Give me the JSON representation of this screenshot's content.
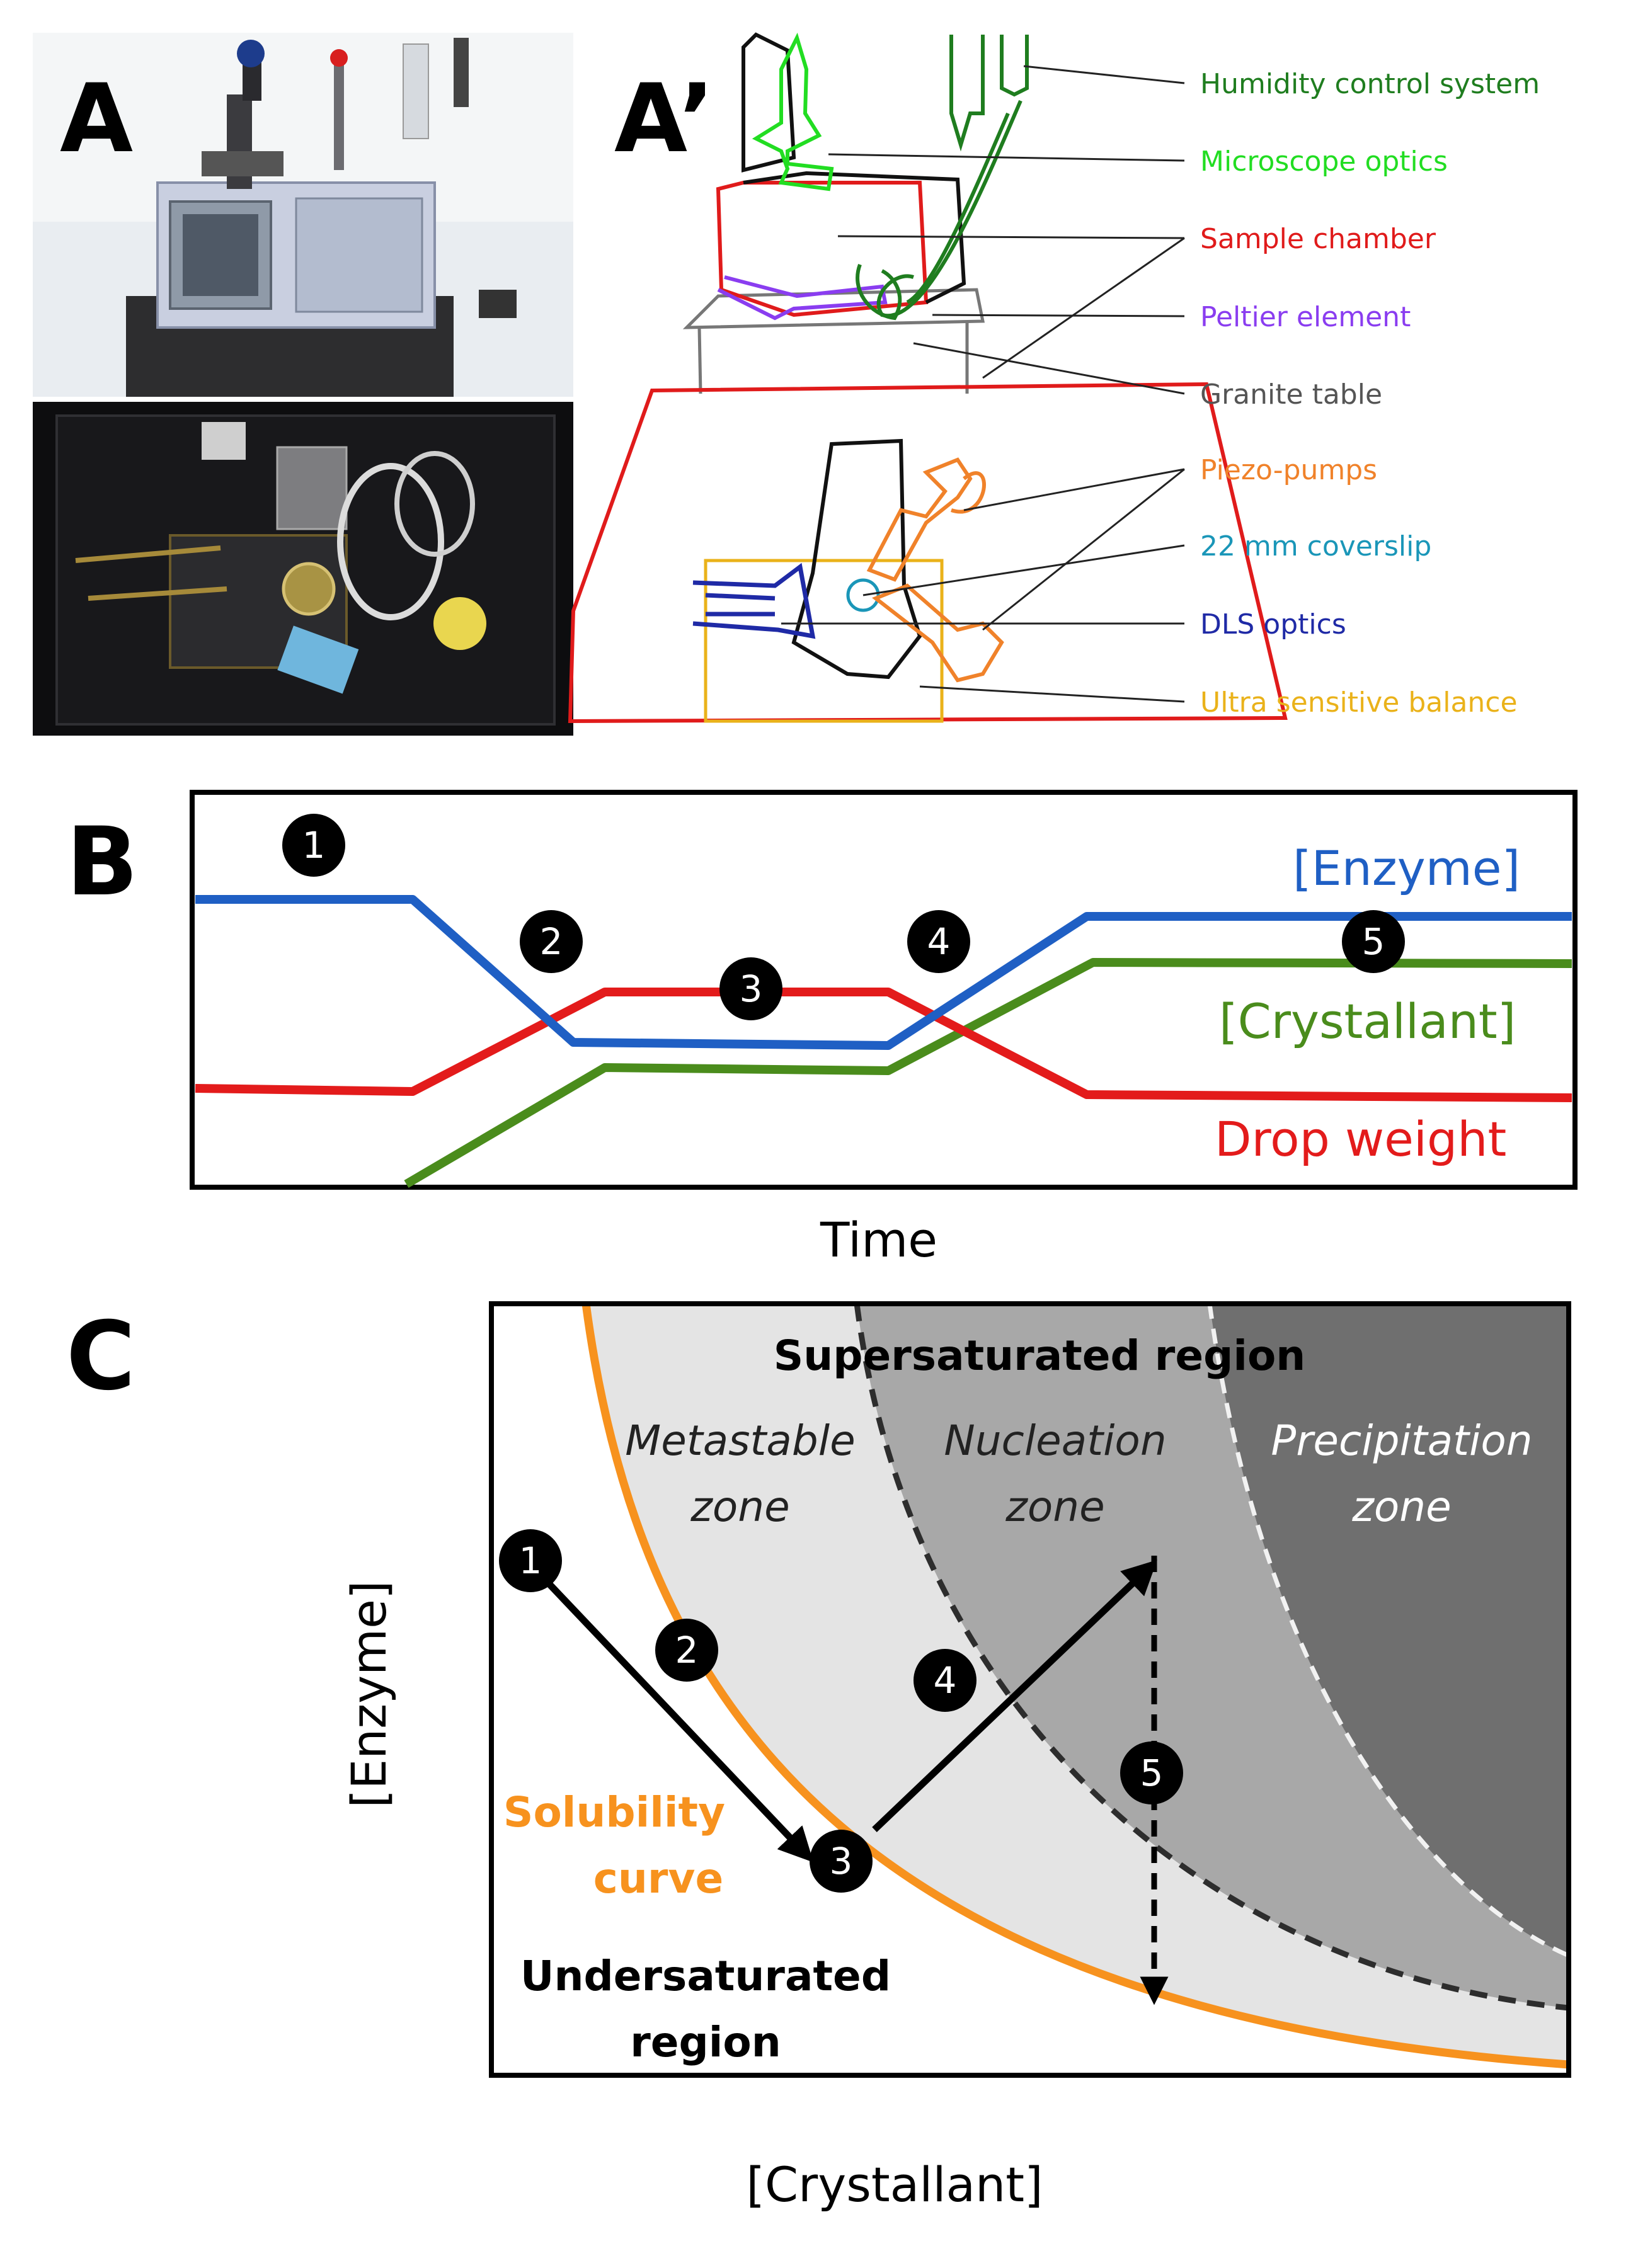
{
  "panels": {
    "a": "A",
    "a_prime": "A’",
    "b": "B",
    "c": "C"
  },
  "panel_a_prime": {
    "callouts": [
      {
        "key": "humidity",
        "label": "Humidity control system",
        "color": "#1f7d1f"
      },
      {
        "key": "optics",
        "label": "Microscope optics",
        "color": "#22dd22"
      },
      {
        "key": "chamber",
        "label": "Sample chamber",
        "color": "#e01b1b"
      },
      {
        "key": "peltier",
        "label": "Peltier element",
        "color": "#8a3df0"
      },
      {
        "key": "granite",
        "label": "Granite table",
        "color": "#555555"
      },
      {
        "key": "piezo",
        "label": "Piezo-pumps",
        "color": "#f0822a"
      },
      {
        "key": "coverslip",
        "label": "22 mm coverslip",
        "color": "#1a96b8"
      },
      {
        "key": "dls",
        "label": "DLS optics",
        "color": "#1f2aa6"
      },
      {
        "key": "balance",
        "label": "Ultra sensitive balance",
        "color": "#eab21a"
      }
    ]
  },
  "panel_b": {
    "xlabel": "Time",
    "series_labels": {
      "enzyme": "[Enzyme]",
      "crystallant": "[Crystallant]",
      "drop": "Drop weight"
    },
    "badges": [
      "1",
      "2",
      "3",
      "4",
      "5"
    ],
    "colors": {
      "enzyme": "#1f5fc4",
      "crystallant": "#4a8c1c",
      "drop": "#e31b1b"
    }
  },
  "panel_c": {
    "title": "Supersaturated region",
    "zones": {
      "metastable": [
        "Metastable",
        "zone"
      ],
      "nucleation": [
        "Nucleation",
        "zone"
      ],
      "precipitation": [
        "Precipitation",
        "zone"
      ]
    },
    "solubility": [
      "Solubility",
      "curve"
    ],
    "undersaturated": [
      "Undersaturated",
      "region"
    ],
    "xlabel": "[Crystallant]",
    "ylabel": "[Enzyme]",
    "badges": [
      "1",
      "2",
      "3",
      "4",
      "5"
    ],
    "colors": {
      "solubility": "#f7921e",
      "metastable": "#e4e4e4",
      "nucleation": "#a8a8a8",
      "precipitation": "#6f6f6f"
    }
  }
}
